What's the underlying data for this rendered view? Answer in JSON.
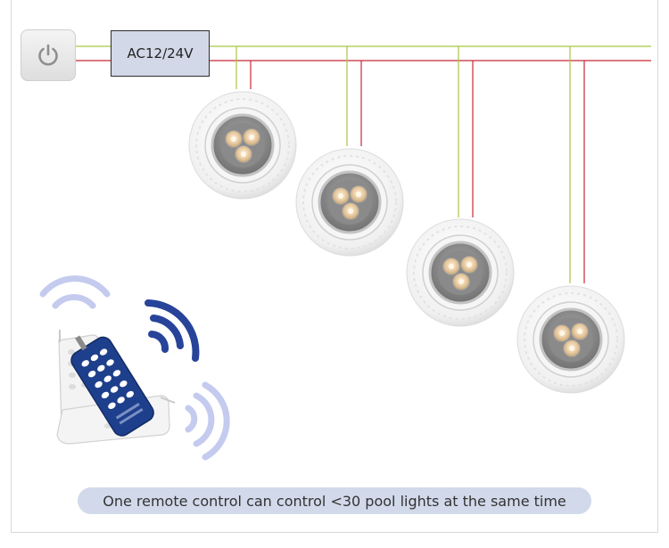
{
  "power_supply": {
    "label": "AC12/24V"
  },
  "caption": {
    "text": "One remote control can control <30 pool lights at the same time"
  },
  "icons": {
    "power": "power-icon",
    "light": "pool-light-icon",
    "remote": "remote-control-icon",
    "signal": "signal-waves-icon"
  },
  "colors": {
    "live_wire": "#a8c840",
    "neutral_wire": "#c82838",
    "psu_fill": "#d3d8e8",
    "caption_fill": "#d2d9ea",
    "remote_navy": "#1e3f8c",
    "wave_blue": "#27449a",
    "wave_light": "#bfc6ec"
  },
  "lights": {
    "count": 4
  }
}
